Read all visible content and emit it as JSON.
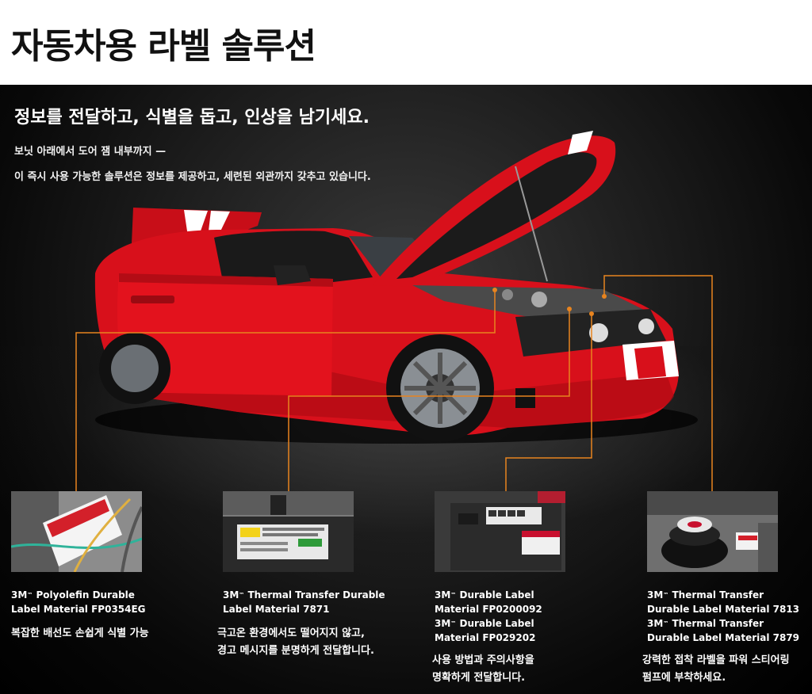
{
  "page": {
    "title": "자동차용 라벨 솔루션"
  },
  "hero": {
    "headline": "정보를 전달하고, 식별을 돕고, 인상을 남기세요.",
    "subline1": "보닛 아래에서 도어 잼 내부까지 —",
    "subline2": "이 즉시 사용 가능한 솔루션은 정보를 제공하고, 세련된 외관까지 갖추고 있습니다."
  },
  "colors": {
    "accent_line": "#e8841f",
    "car_body": "#d8101b",
    "title_text": "#111111"
  },
  "products": [
    {
      "image": "wiring-warning-label-photo",
      "items": [
        "3M™ Polyolefin Durable Label Material FP0354EG"
      ],
      "lines": [
        [
          "3M",
          "Polyolefin Durable"
        ],
        [
          "Label Material FP0354EG"
        ]
      ],
      "desc": [
        "복잡한 배선도 손쉽게 식별 가능"
      ]
    },
    {
      "image": "engine-warning-plate-photo",
      "items": [
        "3M™ Thermal Transfer Durable Label Material 7871"
      ],
      "lines": [
        [
          "3M",
          "Thermal Transfer Durable"
        ],
        [
          "Label Material 7871"
        ]
      ],
      "desc": [
        "극고온 환경에서도 떨어지지 않고,",
        "경고 메시지를 분명하게 전달합니다."
      ]
    },
    {
      "image": "battery-label-photo",
      "items": [
        "3M™ Durable Label Material FP0200092",
        "3M™ Durable Label Material FP029202"
      ],
      "lines": [
        [
          "3M",
          "Durable Label"
        ],
        [
          "Material FP0200092"
        ],
        [
          "3M",
          "Durable Label"
        ],
        [
          "Material FP029202"
        ]
      ],
      "desc": [
        "사용 방법과 주의사항을",
        "명확하게 전달합니다."
      ]
    },
    {
      "image": "power-steering-cap-photo",
      "items": [
        "3M™ Thermal Transfer Durable Label Material 7813",
        "3M™ Thermal Transfer Durable Label Material 7879"
      ],
      "lines": [
        [
          "3M",
          "Thermal Transfer"
        ],
        [
          "Durable Label Material 7813"
        ],
        [
          "3M",
          "Thermal Transfer"
        ],
        [
          "Durable Label Material 7879"
        ]
      ],
      "desc": [
        "강력한 접착 라벨을 파워 스티어링",
        "펌프에 부착하세요."
      ]
    }
  ]
}
